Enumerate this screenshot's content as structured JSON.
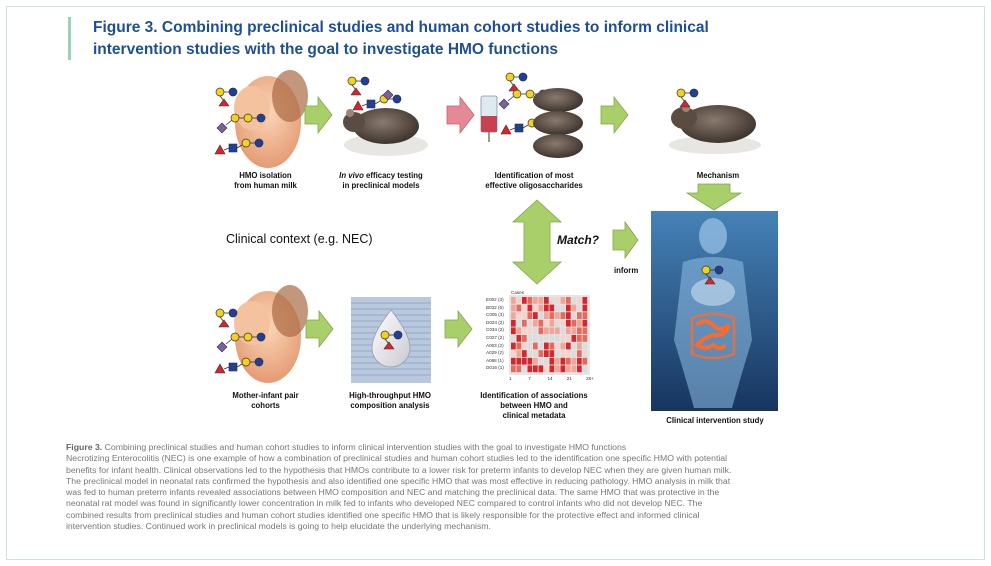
{
  "title": {
    "line1": "Figure 3. Combining preclinical studies and human cohort studies to inform clinical",
    "line2": "intervention studies with the goal to investigate HMO functions"
  },
  "top_row": {
    "step1": {
      "line1": "HMO isolation",
      "line2": "from human milk"
    },
    "step2": {
      "line1_em": "In vivo",
      "line1_rest": " efficacy testing",
      "line2": "in preclinical models"
    },
    "step3": {
      "line1": "Identification of most",
      "line2": "effective oligosaccharides"
    },
    "step4": {
      "line1": "Mechanism"
    }
  },
  "middle": {
    "context": "Clinical context (e.g. NEC)",
    "match": "Match?",
    "inform": "inform"
  },
  "bottom_row": {
    "step1": {
      "line1": "Mother-infant pair",
      "line2": "cohorts"
    },
    "step2": {
      "line1": "High-throughput HMO",
      "line2": "composition analysis"
    },
    "step3": {
      "line1": "Identification of associations",
      "line2": "between HMO and",
      "line3": "clinical metadata"
    },
    "step4": {
      "line1": "Clinical intervention study"
    }
  },
  "heatmap": {
    "header": "Cases",
    "rows": [
      "E002 (3)",
      "B032 (5)",
      "C005 (3)",
      "D024 (2)",
      "C034 (2)",
      "C027 (2)",
      "A003 (2)",
      "A029 (2)",
      "A068 (1)",
      "D016 (1)"
    ],
    "x_ticks": [
      "1",
      "7",
      "14",
      "21",
      "28+"
    ]
  },
  "caption": {
    "heading_label": "Figure 3.",
    "heading_text": " Combining preclinical studies and human cohort studies to inform clinical intervention studies with the goal to investigate HMO functions",
    "line1": "Necrotizing Enterocolitis (NEC) is one example of how a combination of preclinical studies and human cohort studies led to the identification one specific HMO with potential",
    "line2": "benefits for infant health. Clinical observations led to the hypothesis that HMOs contribute to a lower risk for preterm infants to develop NEC when they are given human milk.",
    "line3": "The preclinical model in neonatal rats confirmed the hypothesis and also identified one specific HMO that was most effective in reducing pathology. HMO analysis in milk that",
    "line4": "was fed to human preterm infants revealed associations between HMO composition and NEC and matching the preclinical data. The same HMO that was protective in the",
    "line5": "neonatal rat model was found in significantly lower concentration in milk fed to infants who developed NEC compared to control infants who did not develop NEC. The",
    "line6": "combined results from preclinical studies and human cohort studies identified one specific HMO that is likely responsible for the protective effect and informed clinical",
    "line7": "intervention studies. Continued work in preclinical models is going to help elucidate the underlying mechanism."
  },
  "colors": {
    "title": "#1f4f93",
    "accent": "#9ad3b5",
    "arrow_green": "#a9cf6a",
    "arrow_red": "#e58a95",
    "glycan_blue": "#1f3f9a",
    "glycan_yellow": "#f2d21c",
    "glycan_red": "#d6262b",
    "glycan_purple": "#7a5fa3",
    "heat_red": "#d6262b"
  }
}
